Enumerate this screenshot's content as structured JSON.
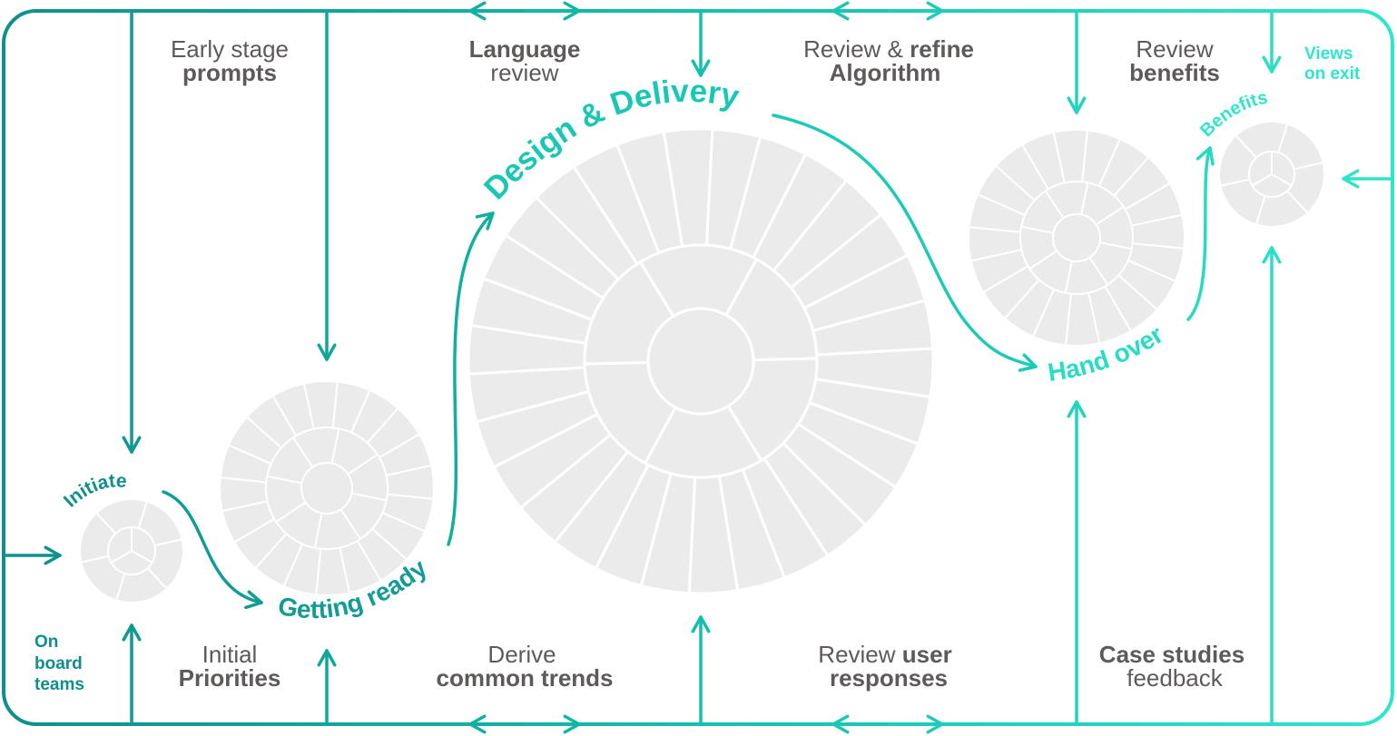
{
  "colors": {
    "start": "#0f8f8c",
    "mid": "#14bfae",
    "end": "#2ee6cc",
    "segment_fill": "#ebebeb",
    "text": "#5f5a5a"
  },
  "stages": [
    {
      "id": "initiate",
      "label": "Initiate"
    },
    {
      "id": "getting-ready",
      "label": "Getting ready"
    },
    {
      "id": "design-delivery",
      "label": "Design & Delivery"
    },
    {
      "id": "hand-over",
      "label": "Hand over"
    },
    {
      "id": "benefits",
      "label": "Benefits"
    }
  ],
  "inputs_top": [
    {
      "id": "early-stage-prompts",
      "line1": "Early stage",
      "line2": "prompts"
    },
    {
      "id": "language-review",
      "line1": "Language",
      "line2": "review"
    },
    {
      "id": "review-refine-algorithm",
      "line1_light": "Review & ",
      "line1_bold": "refine",
      "line2": "Algorithm"
    },
    {
      "id": "review-benefits",
      "line1": "Review",
      "line2": "benefits"
    }
  ],
  "inputs_bottom": [
    {
      "id": "initial-priorities",
      "line1": "Initial",
      "line2": "Priorities"
    },
    {
      "id": "derive-common-trends",
      "line1": "Derive",
      "line2": "common trends"
    },
    {
      "id": "review-user-responses",
      "line1_light": "Review ",
      "line1_bold": "user",
      "line2": "responses"
    },
    {
      "id": "case-studies-feedback",
      "line1": "Case studies",
      "line2": "feedback"
    }
  ],
  "side_labels": {
    "on_board_teams": [
      "On",
      "board",
      "teams"
    ],
    "views_on_exit": [
      "Views",
      "on exit"
    ]
  }
}
